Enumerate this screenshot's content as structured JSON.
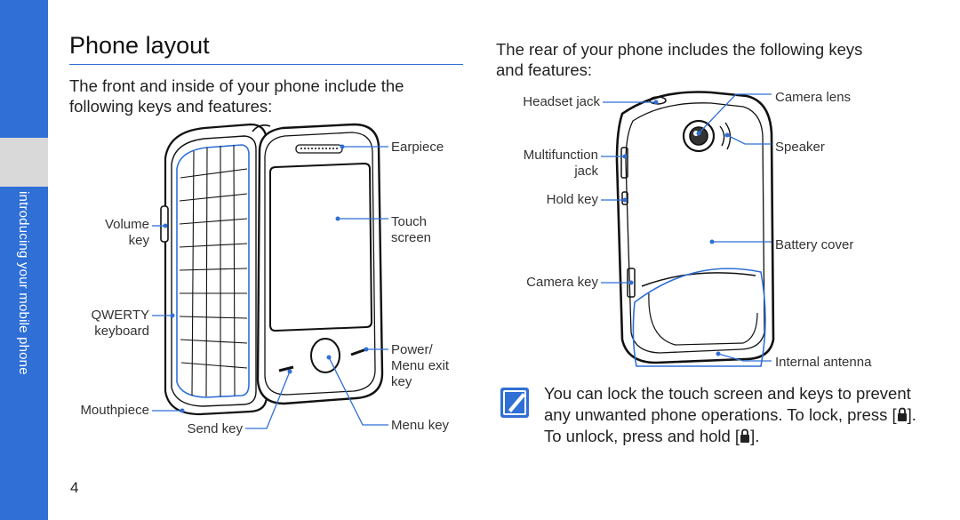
{
  "sidebar": {
    "label": "introducing your mobile phone",
    "accent": "#2f6fd6"
  },
  "page": {
    "title": "Phone layout",
    "front_intro": "The front and inside of your phone include the following keys and features:",
    "rear_intro": "The rear of your phone includes the following keys and features:",
    "page_number": "4"
  },
  "front_labels": {
    "earpiece": "Earpiece",
    "volume_key_1": "Volume",
    "volume_key_2": "key",
    "touch_screen_1": "Touch",
    "touch_screen_2": "screen",
    "qwerty_1": "QWERTY",
    "qwerty_2": "keyboard",
    "power_1": "Power/",
    "power_2": "Menu exit",
    "power_3": "key",
    "mouthpiece": "Mouthpiece",
    "send_key": "Send key",
    "menu_key": "Menu key"
  },
  "rear_labels": {
    "headset_jack": "Headset jack",
    "camera_lens": "Camera lens",
    "multifunction_1": "Multifunction",
    "multifunction_2": "jack",
    "speaker": "Speaker",
    "hold_key": "Hold key",
    "battery_cover": "Battery cover",
    "camera_key": "Camera key",
    "internal_antenna": "Internal antenna"
  },
  "note": {
    "part1": "You can lock the touch screen and keys to prevent any unwanted phone operations. To lock, press [",
    "part2": "]. To unlock, press and hold [",
    "part3": "].",
    "icon": "note-pencil-icon",
    "key_icon": "lock-key-icon"
  }
}
